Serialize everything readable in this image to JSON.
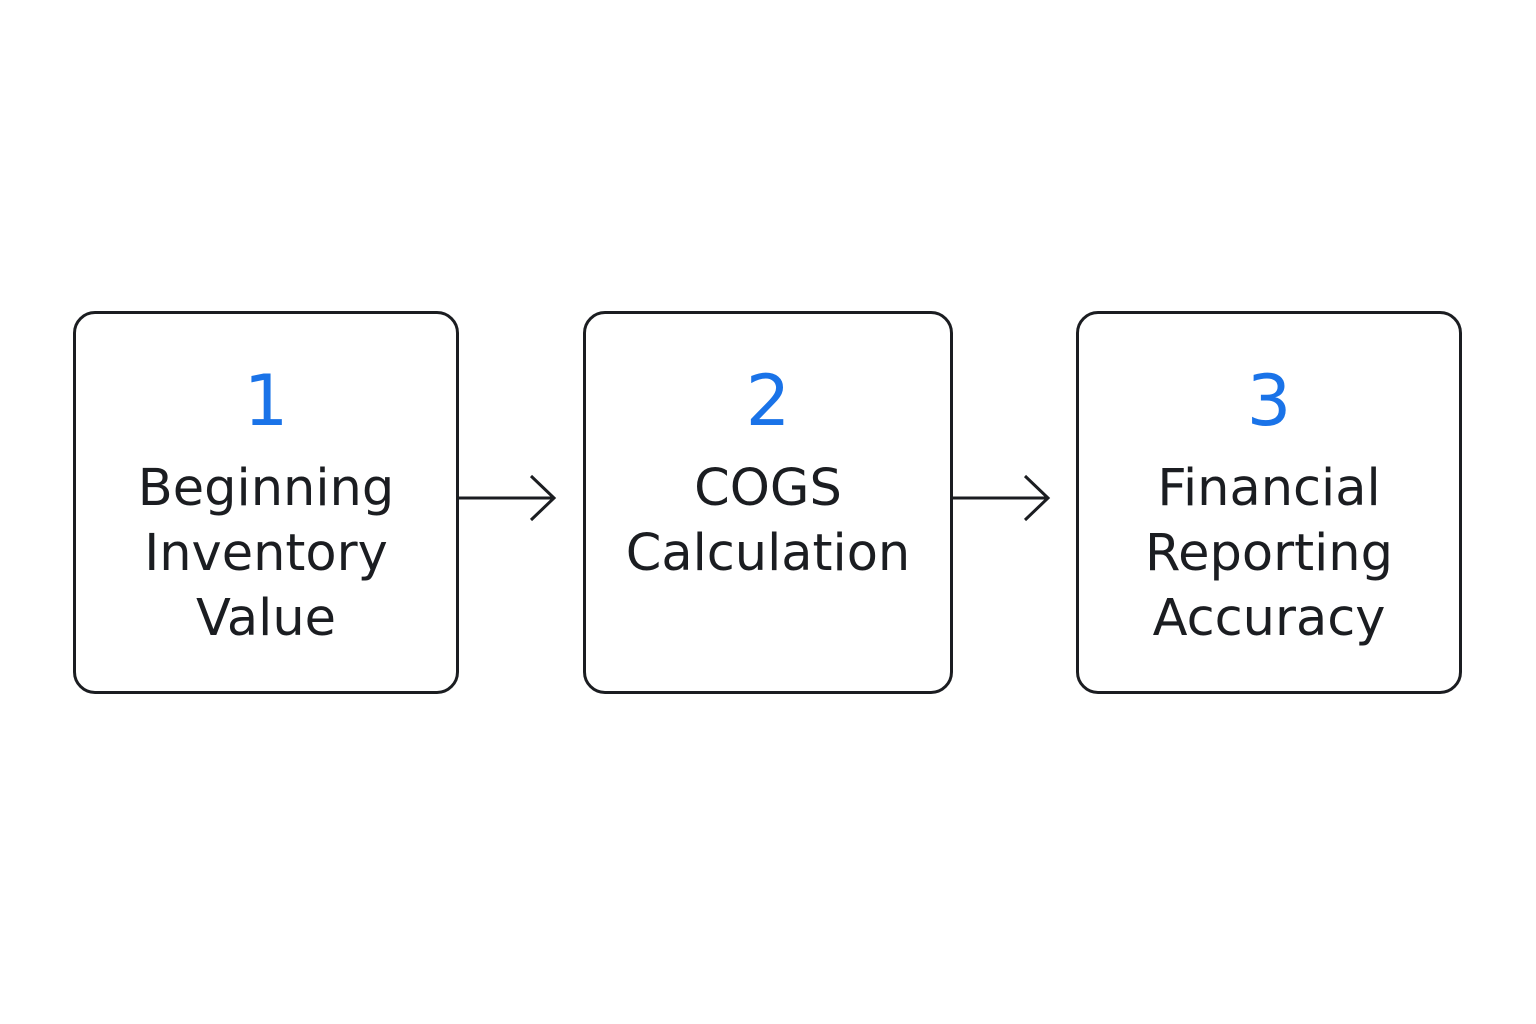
{
  "accent_color": "#1a73e8",
  "text_color": "#1b1d21",
  "steps": [
    {
      "number": "1",
      "lines": [
        "Beginning",
        "Inventory",
        "Value"
      ]
    },
    {
      "number": "2",
      "lines": [
        "COGS",
        "Calculation"
      ]
    },
    {
      "number": "3",
      "lines": [
        "Financial",
        "Reporting",
        "Accuracy"
      ]
    }
  ],
  "connectors": [
    {
      "from": "1",
      "to": "2",
      "icon": "arrow-right-icon"
    },
    {
      "from": "2",
      "to": "3",
      "icon": "arrow-right-icon"
    }
  ]
}
